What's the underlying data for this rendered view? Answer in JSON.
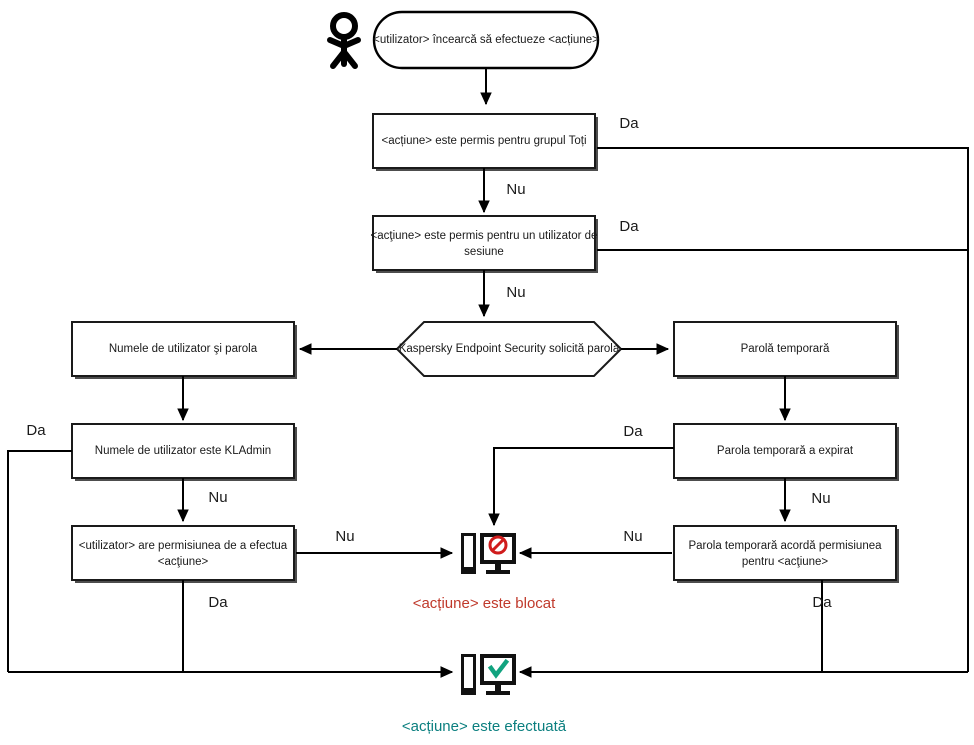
{
  "diagram": {
    "title": "Kaspersky Endpoint Security action permission flowchart",
    "colors": {
      "blocked": "#c0392b",
      "done": "#0b7f7f",
      "line": "#000000",
      "box_stroke": "#1a1a1a",
      "box_fill": "#ffffff"
    },
    "start": {
      "actor_name": "user-actor",
      "label": "<utilizator> încearcă să efectueze <acțiune>"
    },
    "nodes": {
      "allowed_everyone": "<acțiune> este permis pentru grupul Toți",
      "allowed_session_user": "<acțiune> este permis pentru un utilizator de sesiune",
      "kes_requests_password": "Kaspersky Endpoint Security solicită parola",
      "username_and_password": "Numele de utilizator şi parola",
      "username_is_kladmin": "Numele de utilizator este KLAdmin",
      "user_has_permission": "<utilizator> are permisiunea de a efectua <acțiune>",
      "temporary_password": "Parolă temporară",
      "temp_password_expired": "Parola temporară a expirat",
      "temp_password_grants": "Parola temporară acordă permisiunea pentru <acțiune>"
    },
    "edge_labels": {
      "everyone_yes": "Da",
      "everyone_no": "Nu",
      "session_yes": "Da",
      "session_no": "Nu",
      "kladmin_yes": "Da",
      "kladmin_no": "Nu",
      "permission_no": "Nu",
      "permission_yes": "Da",
      "expired_yes": "Da",
      "expired_no": "Nu",
      "grants_no": "Nu",
      "grants_yes": "Da"
    },
    "outcomes": {
      "blocked_caption": "<acțiune> este blocat",
      "blocked_icon": "monitor-blocked-icon",
      "done_caption": "<acțiune> este efectuată",
      "done_icon": "monitor-check-icon"
    }
  }
}
